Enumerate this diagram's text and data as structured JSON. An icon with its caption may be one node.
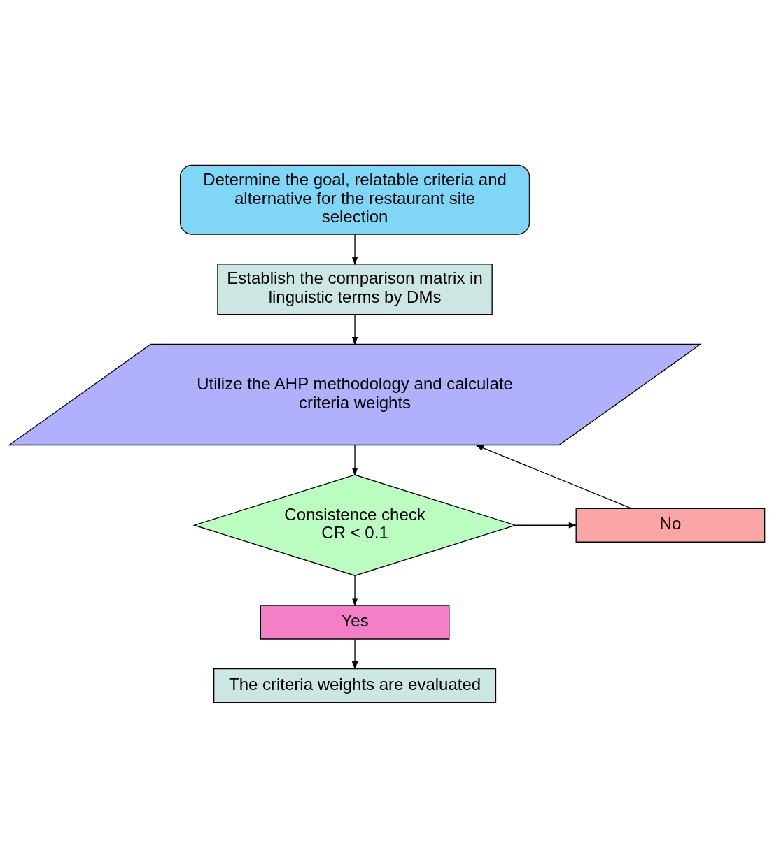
{
  "diagram": {
    "nodes": [
      {
        "text": [
          "Determine the goal, relatable criteria and alternative for the restaurant site selection"
        ]
      },
      {
        "text": [
          "Establish the comparison matrix in linguistic terms by DMs"
        ]
      },
      {
        "text": [
          "Utilize the AHP methodology and calculate criteria weights"
        ]
      },
      {
        "text": [
          "Consistence check",
          "CR < 0.1"
        ]
      },
      {
        "text": [
          "No"
        ]
      },
      {
        "text": [
          "Yes"
        ]
      },
      {
        "text": [
          "The criteria weights are evaluated"
        ]
      }
    ],
    "edges": [
      {
        "from": 0,
        "to": 1,
        "arrow": "to"
      },
      {
        "from": 1,
        "to": 2,
        "arrow": "to"
      },
      {
        "from": 2,
        "to": 3,
        "arrow": "to"
      },
      {
        "from": 3,
        "to": 4,
        "arrow": "to"
      },
      {
        "from": 4,
        "to": 2,
        "arrow": "to"
      },
      {
        "from": 3,
        "to": 5,
        "arrow": "to"
      },
      {
        "from": 5,
        "to": 6,
        "arrow": "to"
      }
    ]
  }
}
